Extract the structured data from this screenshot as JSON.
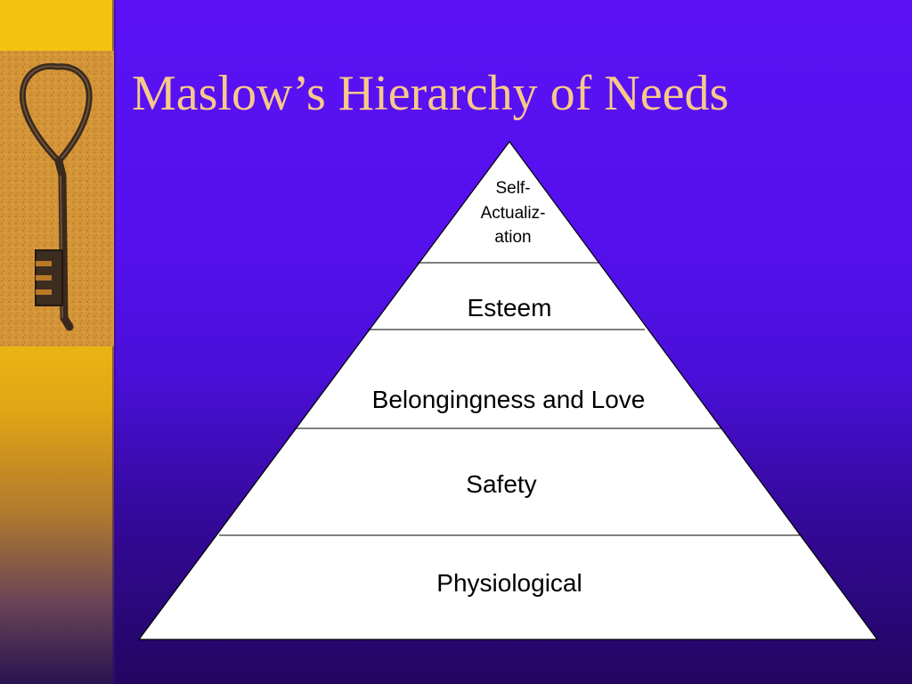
{
  "slide": {
    "title": "Maslow’s Hierarchy of Needs",
    "colors": {
      "background": "#5510ee",
      "band": "#f4c412",
      "title": "#f7c98a",
      "pyramid_fill": "#ffffff",
      "pyramid_stroke": "#000000"
    },
    "pyramid": {
      "levels": [
        {
          "lines": [
            "Self-",
            "Actualiz-",
            "ation"
          ]
        },
        {
          "lines": [
            "Esteem"
          ]
        },
        {
          "lines": [
            "Belongingness and Love"
          ]
        },
        {
          "lines": [
            "Safety"
          ]
        },
        {
          "lines": [
            "Physiological"
          ]
        }
      ]
    },
    "decoration": {
      "photo_icon": "antique-key-icon"
    }
  }
}
